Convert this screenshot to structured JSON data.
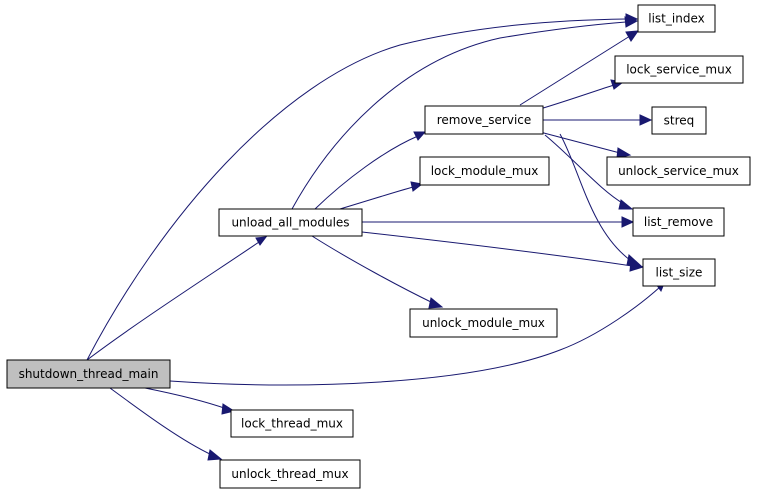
{
  "graph": {
    "nodes": {
      "shutdown_thread_main": "shutdown_thread_main",
      "unload_all_modules": "unload_all_modules",
      "lock_thread_mux": "lock_thread_mux",
      "unlock_thread_mux": "unlock_thread_mux",
      "remove_service": "remove_service",
      "lock_module_mux": "lock_module_mux",
      "unlock_module_mux": "unlock_module_mux",
      "list_index": "list_index",
      "lock_service_mux": "lock_service_mux",
      "streq": "streq",
      "unlock_service_mux": "unlock_service_mux",
      "list_remove": "list_remove",
      "list_size": "list_size"
    },
    "colors": {
      "edge": "#191970",
      "current_node_fill": "#bfbfbf",
      "node_fill": "#ffffff",
      "node_border": "#000000"
    }
  }
}
